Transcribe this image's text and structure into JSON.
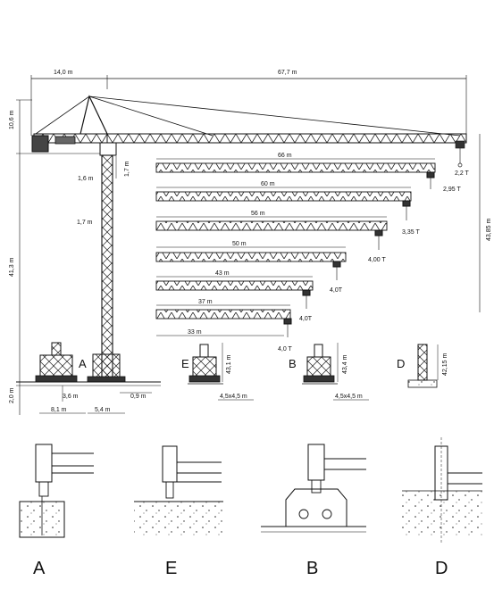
{
  "overall": {
    "counter_jib_length": "14,0 m",
    "jib_length_max": "67,7 m",
    "tower_head_height": "10,6 m",
    "under_hook_height": "41,3 m",
    "base_height": "2,0 m",
    "cab_offset": "1,6 m",
    "hook_drop": "1,7 m",
    "mast_section": "1,7 m",
    "total_height": "43,85 m",
    "max_tip_load": "2,2 T"
  },
  "jib_configs": [
    {
      "length": "66 m",
      "load": "2,95 T"
    },
    {
      "length": "60 m",
      "load": "3,35 T"
    },
    {
      "length": "56 m",
      "load": "4,00 T"
    },
    {
      "length": "50 m",
      "load": "4,0T"
    },
    {
      "length": "43 m",
      "load": "4,0T"
    },
    {
      "length": "37 m",
      "load": "4,0 T"
    }
  ],
  "shortest_jib": {
    "length": "33 m"
  },
  "foundations": {
    "A": {
      "letter": "A",
      "depth": "3,6 m",
      "width": "8,1 m",
      "mast_width": "5,4 m",
      "embed": "0,9 m"
    },
    "E": {
      "letter": "E",
      "height": "43,1 m",
      "size": "4,5x4,5 m"
    },
    "B": {
      "letter": "B",
      "height": "43,4 m",
      "size": "4,5x4,5 m"
    },
    "D": {
      "letter": "D",
      "height": "42,15 m"
    }
  },
  "details": [
    "A",
    "E",
    "B",
    "D"
  ]
}
